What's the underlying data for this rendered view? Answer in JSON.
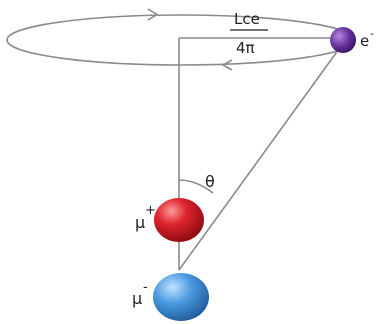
{
  "labels": {
    "numerator": "Lce",
    "denominator": "4π",
    "electron": "e",
    "electron_sup": "-",
    "muon_plus": "μ",
    "muon_plus_sup": "+",
    "muon_minus": "μ",
    "muon_minus_sup": "-",
    "angle": "θ"
  },
  "colors": {
    "line": "#8a8a8a",
    "electron": "#5a2a8c",
    "muon_plus": "#d81e2a",
    "muon_minus": "#3a8ad0"
  }
}
